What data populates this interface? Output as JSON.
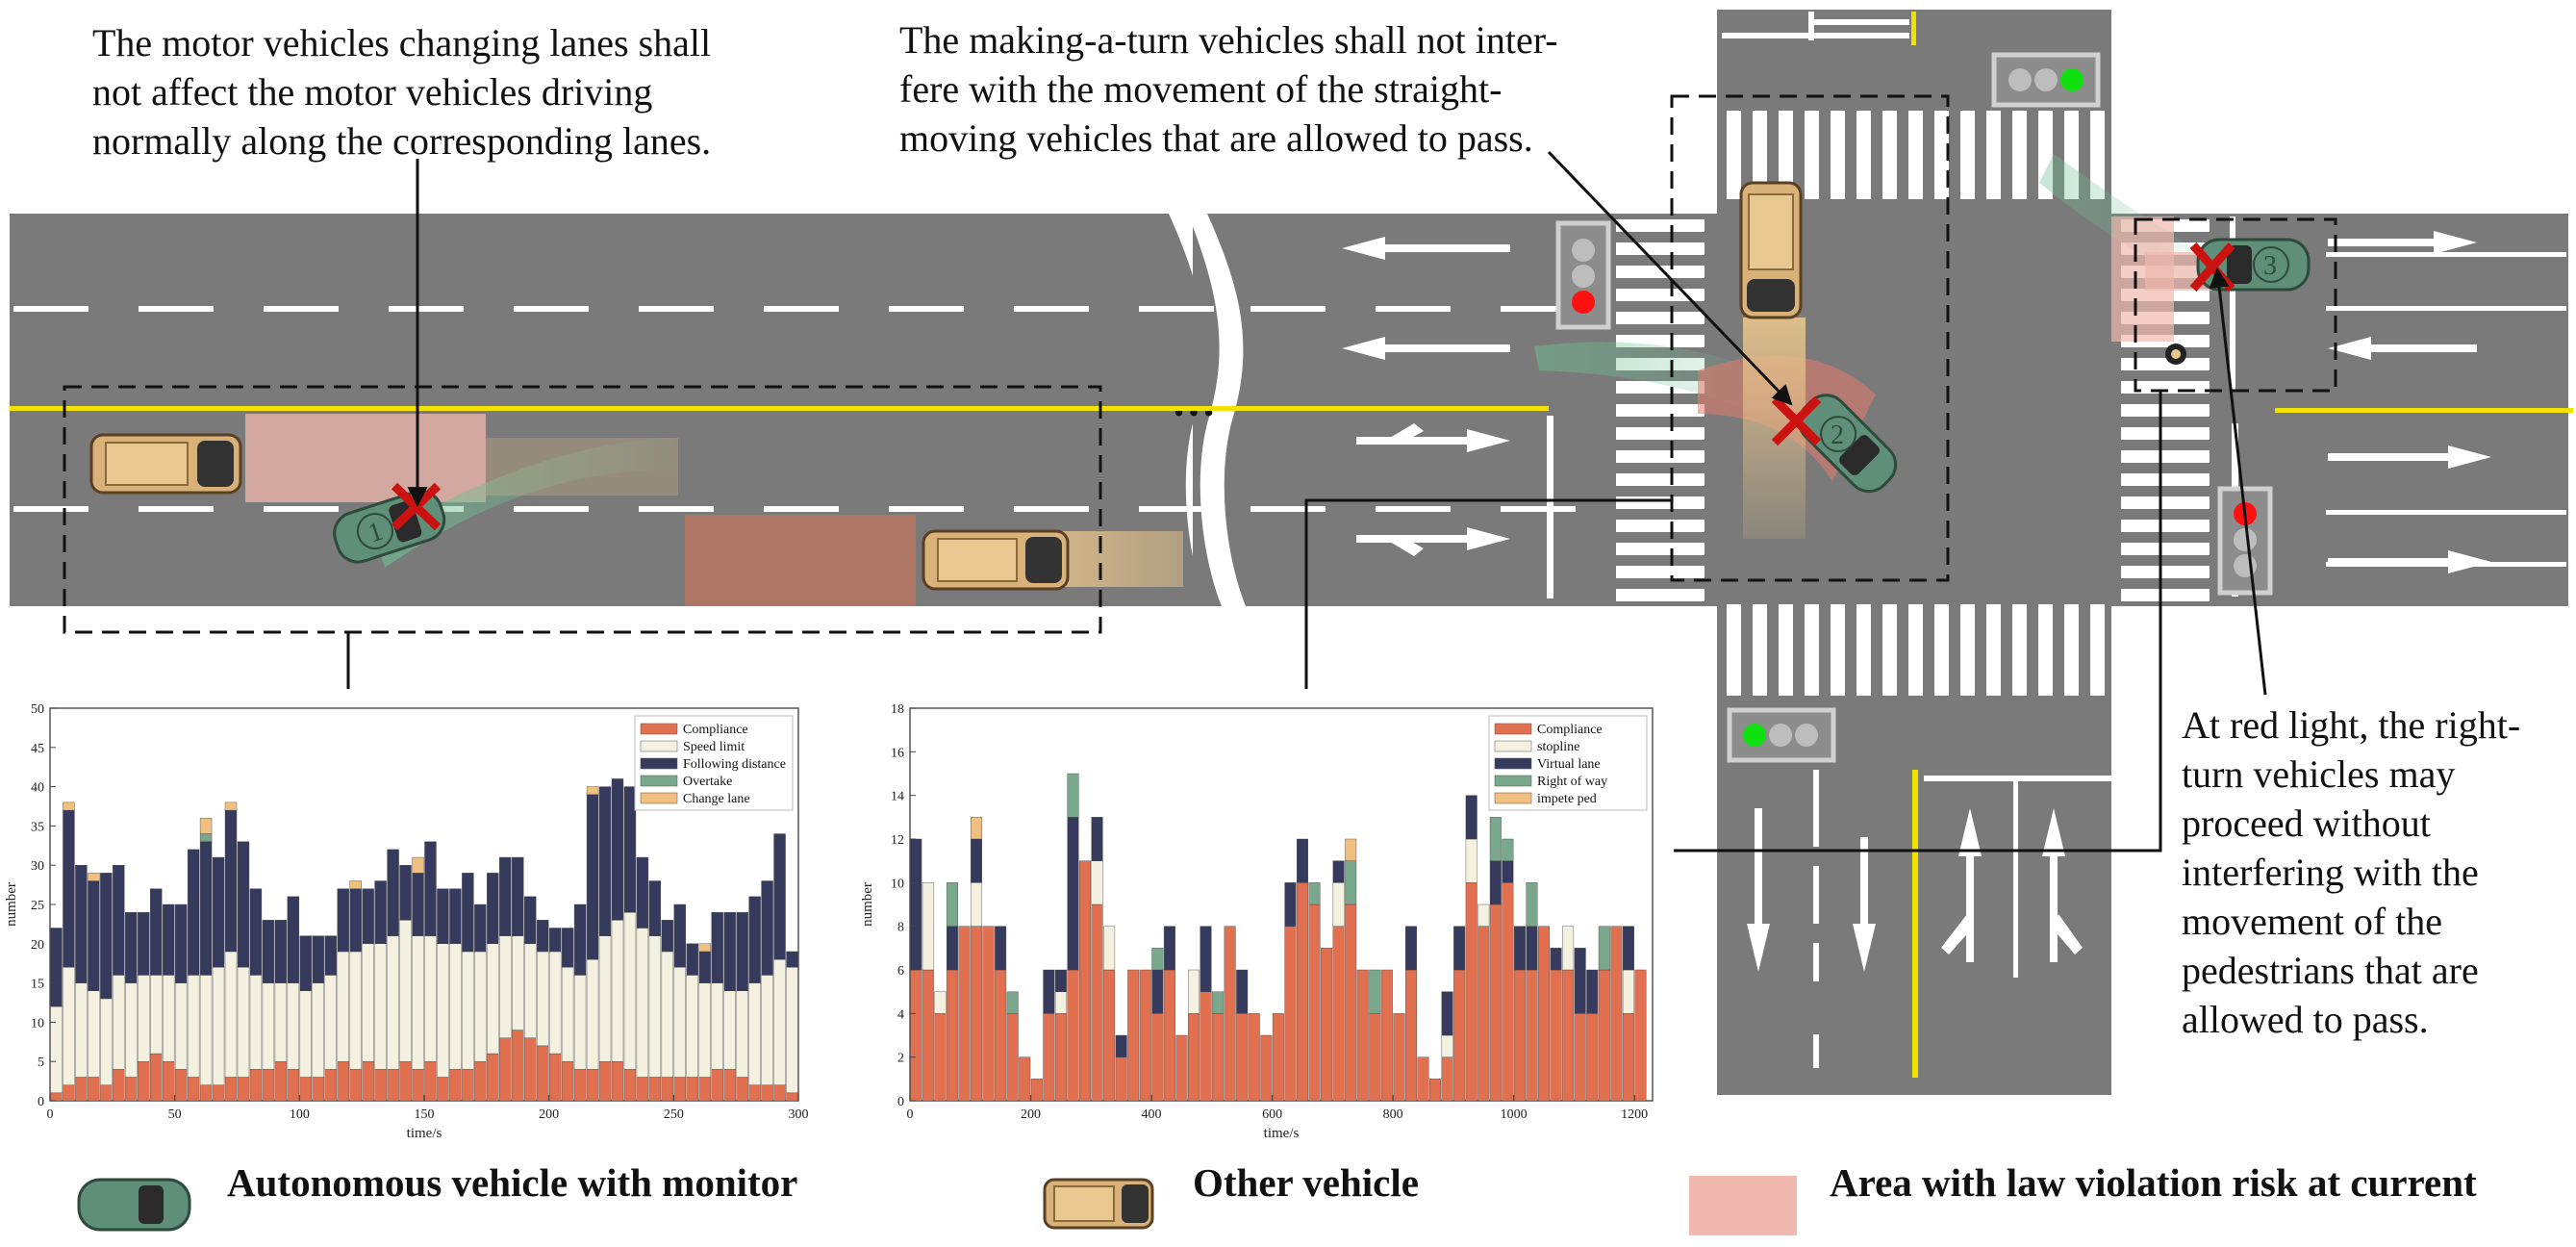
{
  "annotations": {
    "lane_change": [
      "The motor vehicles changing lanes shall",
      "not affect the motor vehicles driving",
      "normally along the corresponding lanes."
    ],
    "turning": [
      "The making-a-turn vehicles shall not inter-",
      "fere with the movement of the straight-",
      "moving vehicles that are allowed to pass."
    ],
    "red_light": [
      " At red light, the right-",
      "turn vehicles may",
      "proceed without",
      "interfering with the",
      "movement of the",
      "pedestrians that are",
      "allowed to pass."
    ]
  },
  "scene": {
    "markers": [
      "1",
      "2",
      "3"
    ],
    "ellipsis": "…",
    "road_color": "#7a7a7a",
    "center_line_color": "#f2e200",
    "risk_color": "#f0b8ae",
    "av_color": "#5f8f78",
    "other_color": "#d9b27a"
  },
  "legend": {
    "autonomous": "Autonomous vehicle with monitor",
    "other": "Other vehicle",
    "risk_area": "Area with law violation risk at current"
  },
  "chart_data": [
    {
      "type": "bar",
      "stacked": true,
      "xlabel": "time/s",
      "ylabel": "number",
      "xlim": [
        0,
        300
      ],
      "ylim": [
        0,
        50
      ],
      "xticks": [
        0,
        50,
        100,
        150,
        200,
        250,
        300
      ],
      "yticks": [
        0,
        5,
        10,
        15,
        20,
        25,
        30,
        35,
        40,
        45,
        50
      ],
      "legend_position": "top-right",
      "bin_width": 5,
      "x": [
        0,
        5,
        10,
        15,
        20,
        25,
        30,
        35,
        40,
        45,
        50,
        55,
        60,
        65,
        70,
        75,
        80,
        85,
        90,
        95,
        100,
        105,
        110,
        115,
        120,
        125,
        130,
        135,
        140,
        145,
        150,
        155,
        160,
        165,
        170,
        175,
        180,
        185,
        190,
        195,
        200,
        205,
        210,
        215,
        220,
        225,
        230,
        235,
        240,
        245,
        250,
        255,
        260,
        265,
        270,
        275,
        280,
        285,
        290,
        295
      ],
      "series": [
        {
          "name": "Compliance",
          "color": "#e07050",
          "values": [
            1,
            2,
            3,
            3,
            2,
            4,
            3,
            5,
            6,
            5,
            4,
            3,
            2,
            2,
            3,
            3,
            4,
            4,
            5,
            4,
            3,
            3,
            4,
            5,
            4,
            5,
            4,
            4,
            5,
            4,
            5,
            3,
            4,
            4,
            5,
            6,
            8,
            9,
            8,
            7,
            6,
            5,
            4,
            4,
            5,
            5,
            4,
            3,
            3,
            3,
            3,
            3,
            3,
            4,
            4,
            3,
            2,
            2,
            2,
            1
          ]
        },
        {
          "name": "Speed limit",
          "color": "#f4f1e0",
          "values": [
            11,
            15,
            12,
            11,
            11,
            12,
            12,
            11,
            10,
            11,
            11,
            13,
            14,
            15,
            16,
            14,
            12,
            11,
            10,
            11,
            11,
            12,
            12,
            14,
            15,
            15,
            16,
            17,
            18,
            17,
            16,
            17,
            16,
            15,
            14,
            14,
            13,
            12,
            12,
            12,
            13,
            12,
            12,
            14,
            16,
            18,
            20,
            19,
            18,
            16,
            14,
            13,
            12,
            11,
            10,
            11,
            13,
            14,
            16,
            16
          ]
        },
        {
          "name": "Following distance",
          "color": "#363a5c",
          "values": [
            10,
            20,
            15,
            14,
            16,
            14,
            9,
            8,
            11,
            9,
            10,
            16,
            17,
            14,
            18,
            16,
            11,
            8,
            8,
            11,
            7,
            6,
            5,
            8,
            8,
            7,
            8,
            11,
            7,
            8,
            12,
            7,
            7,
            10,
            6,
            9,
            10,
            10,
            6,
            4,
            3,
            5,
            9,
            21,
            19,
            18,
            16,
            9,
            7,
            4,
            8,
            4,
            4,
            9,
            10,
            10,
            11,
            12,
            16,
            2
          ]
        },
        {
          "name": "Overtake",
          "color": "#7aa88c",
          "values": [
            0,
            0,
            0,
            0,
            0,
            0,
            0,
            0,
            0,
            0,
            0,
            0,
            1,
            0,
            0,
            0,
            0,
            0,
            0,
            0,
            0,
            0,
            0,
            0,
            0,
            0,
            0,
            0,
            0,
            0,
            0,
            0,
            0,
            0,
            0,
            0,
            0,
            0,
            0,
            0,
            0,
            0,
            0,
            0,
            0,
            0,
            0,
            0,
            0,
            0,
            0,
            0,
            0,
            0,
            0,
            0,
            0,
            0,
            0,
            0
          ]
        },
        {
          "name": "Change lane",
          "color": "#f0c080",
          "values": [
            0,
            1,
            0,
            1,
            0,
            0,
            0,
            0,
            0,
            0,
            0,
            0,
            2,
            0,
            1,
            0,
            0,
            0,
            0,
            0,
            0,
            0,
            0,
            0,
            1,
            0,
            0,
            0,
            0,
            2,
            0,
            0,
            0,
            0,
            0,
            0,
            0,
            0,
            0,
            0,
            0,
            0,
            0,
            1,
            0,
            0,
            0,
            0,
            0,
            0,
            0,
            0,
            1,
            0,
            0,
            0,
            0,
            0,
            0,
            0
          ]
        }
      ]
    },
    {
      "type": "bar",
      "stacked": true,
      "xlabel": "time/s",
      "ylabel": "number",
      "xlim": [
        0,
        1230
      ],
      "ylim": [
        0,
        18
      ],
      "xticks": [
        0,
        200,
        400,
        600,
        800,
        1000,
        1200
      ],
      "yticks": [
        0,
        2,
        4,
        6,
        8,
        10,
        12,
        14,
        16,
        18
      ],
      "legend_position": "top-right",
      "bin_width": 20,
      "x": [
        0,
        20,
        40,
        60,
        80,
        100,
        120,
        140,
        160,
        180,
        200,
        220,
        240,
        260,
        280,
        300,
        320,
        340,
        360,
        380,
        400,
        420,
        440,
        460,
        480,
        500,
        520,
        540,
        560,
        580,
        600,
        620,
        640,
        660,
        680,
        700,
        720,
        740,
        760,
        780,
        800,
        820,
        840,
        860,
        880,
        900,
        920,
        940,
        960,
        980,
        1000,
        1020,
        1040,
        1060,
        1080,
        1100,
        1120,
        1140,
        1160,
        1180,
        1200
      ],
      "series": [
        {
          "name": "Compliance",
          "color": "#e07050",
          "values": [
            6,
            6,
            4,
            6,
            8,
            8,
            8,
            6,
            4,
            2,
            1,
            4,
            4,
            6,
            11,
            9,
            6,
            2,
            6,
            6,
            4,
            6,
            3,
            4,
            5,
            4,
            8,
            4,
            4,
            3,
            4,
            8,
            10,
            9,
            7,
            8,
            9,
            6,
            4,
            6,
            4,
            6,
            2,
            1,
            2,
            6,
            10,
            8,
            9,
            10,
            6,
            6,
            8,
            6,
            6,
            4,
            4,
            6,
            8,
            4,
            6
          ]
        },
        {
          "name": "stopline",
          "color": "#f4f1e0",
          "values": [
            0,
            4,
            1,
            0,
            0,
            2,
            0,
            0,
            0,
            0,
            0,
            0,
            1,
            0,
            0,
            2,
            2,
            0,
            0,
            0,
            0,
            0,
            0,
            2,
            0,
            0,
            0,
            0,
            0,
            0,
            0,
            0,
            0,
            0,
            0,
            2,
            0,
            0,
            0,
            0,
            0,
            0,
            0,
            0,
            1,
            0,
            2,
            1,
            0,
            0,
            0,
            0,
            0,
            0,
            2,
            0,
            0,
            0,
            0,
            2,
            0
          ]
        },
        {
          "name": "Virtual lane",
          "color": "#363a5c",
          "values": [
            6,
            0,
            0,
            2,
            0,
            2,
            0,
            2,
            0,
            0,
            0,
            2,
            1,
            7,
            0,
            2,
            0,
            1,
            0,
            0,
            2,
            2,
            0,
            0,
            3,
            0,
            0,
            2,
            0,
            0,
            0,
            2,
            2,
            0,
            0,
            1,
            0,
            0,
            0,
            0,
            0,
            2,
            0,
            0,
            2,
            2,
            2,
            0,
            2,
            1,
            2,
            2,
            0,
            1,
            0,
            3,
            2,
            0,
            0,
            2,
            0
          ]
        },
        {
          "name": "Right of way",
          "color": "#7aa88c",
          "values": [
            0,
            0,
            0,
            2,
            0,
            0,
            0,
            0,
            1,
            0,
            0,
            0,
            0,
            2,
            0,
            0,
            0,
            0,
            0,
            0,
            1,
            0,
            0,
            0,
            0,
            1,
            0,
            0,
            0,
            0,
            0,
            0,
            0,
            1,
            0,
            0,
            2,
            0,
            2,
            0,
            0,
            0,
            0,
            0,
            0,
            0,
            0,
            0,
            2,
            1,
            0,
            2,
            0,
            0,
            0,
            0,
            0,
            2,
            0,
            0,
            0
          ]
        },
        {
          "name": "impete ped",
          "color": "#f0c080",
          "values": [
            0,
            0,
            0,
            0,
            0,
            1,
            0,
            0,
            0,
            0,
            0,
            0,
            0,
            0,
            0,
            0,
            0,
            0,
            0,
            0,
            0,
            0,
            0,
            0,
            0,
            0,
            0,
            0,
            0,
            0,
            0,
            0,
            0,
            0,
            0,
            0,
            1,
            0,
            0,
            0,
            0,
            0,
            0,
            0,
            0,
            0,
            0,
            0,
            0,
            0,
            0,
            0,
            0,
            0,
            0,
            0,
            0,
            0,
            0,
            0,
            0
          ]
        }
      ]
    }
  ]
}
